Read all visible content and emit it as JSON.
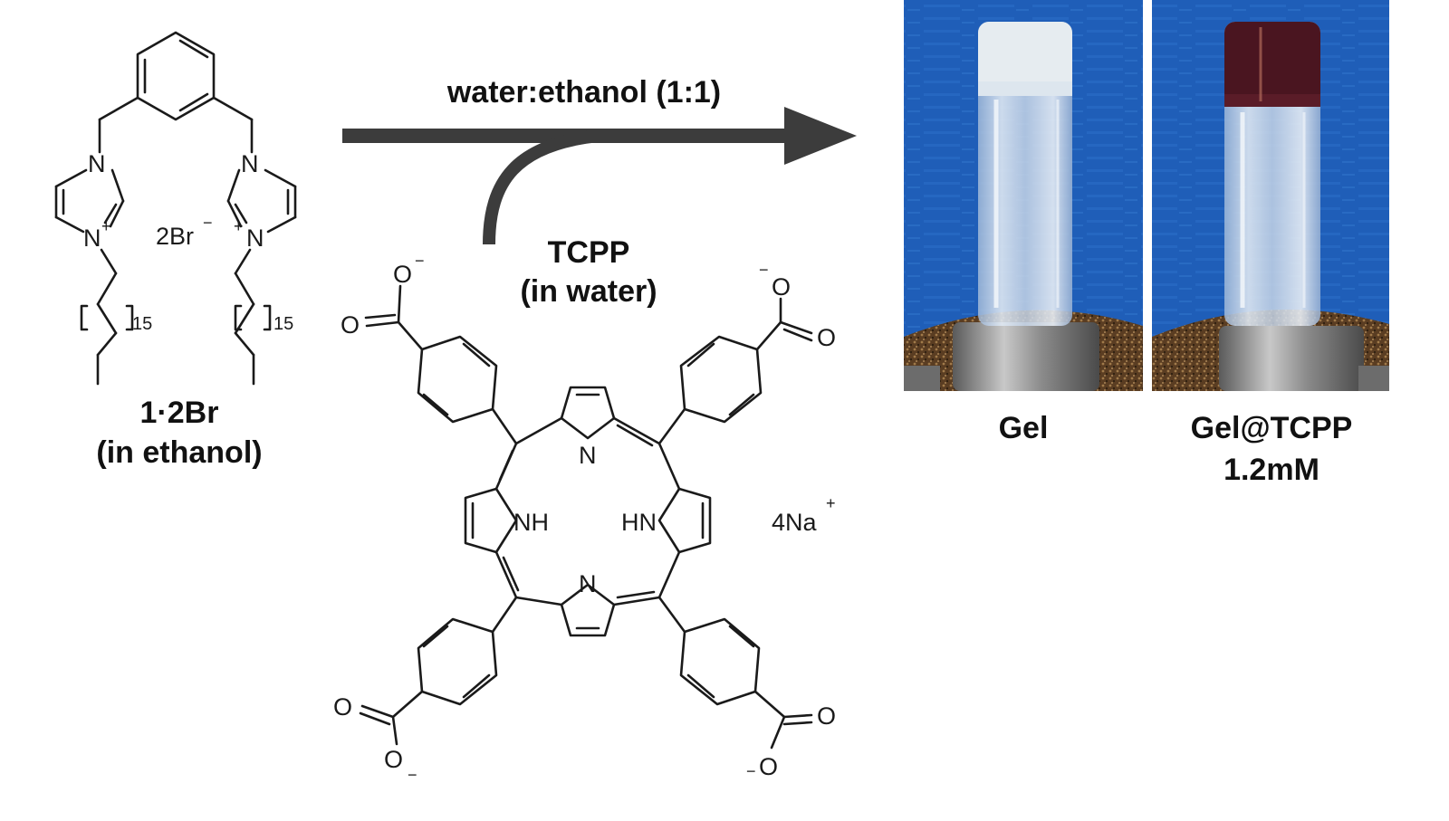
{
  "compound_1": {
    "counterion": "2Br",
    "counterion_charge": "−",
    "n_atom": "N",
    "cation_charge": "+",
    "repeat_subscript": "15",
    "name": "1·2Br",
    "solvent": "(in ethanol)"
  },
  "reaction": {
    "condition": "water:ethanol (1:1)",
    "reagent": "TCPP",
    "reagent_solvent": "(in water)"
  },
  "tcpp_structure": {
    "oxygen": "O",
    "anion_charge": "−",
    "n_atom": "N",
    "nh_left": "NH",
    "nh_right": "HN",
    "counterion": "4Na",
    "counterion_charge": "+"
  },
  "photos": [
    {
      "caption": "Gel"
    },
    {
      "caption": "Gel@TCPP",
      "caption_2": "1.2mM"
    }
  ],
  "colors": {
    "arrow": "#3c3c3c",
    "photo_background_blue": "#1f5fb8",
    "gel_white": "#e6ecf0",
    "gel_tcpp_red": "#4a1520",
    "cork": "#6b4a2a",
    "metal": "#8a8a8a"
  }
}
